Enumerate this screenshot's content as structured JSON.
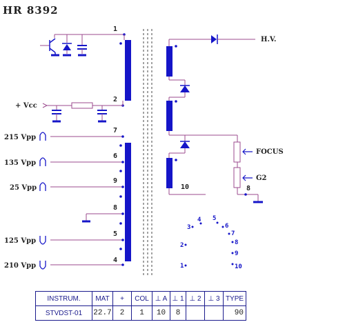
{
  "title": "HR 8392",
  "colors": {
    "wire": "#9b4a8e",
    "coil": "#1515c8",
    "dot": "#1515c8",
    "text": "#1a1a1a",
    "table_border": "#1a1a8c"
  },
  "primary_pins": {
    "top": "1",
    "bottom": "2"
  },
  "supply_label": "+ Vcc",
  "secondary_pins": [
    "7",
    "6",
    "9",
    "8",
    "5",
    "4"
  ],
  "pulse_labels": [
    "215  Vpp",
    "135  Vpp",
    "25  Vpp",
    "125  Vpp",
    "210  Vpp"
  ],
  "hv_label": "H.V.",
  "focus_label": "FOCUS",
  "g2_label": "G2",
  "right_pins": {
    "hv_bottom": "10",
    "focus_bottom": "8"
  },
  "pin_layout_numbers": [
    "1",
    "2",
    "3",
    "4",
    "5",
    "6",
    "7",
    "8",
    "9",
    "10"
  ],
  "table": {
    "headers": [
      "INSTRUM.",
      "MAT",
      "+",
      "COL",
      "⊥ A",
      "⊥ 1",
      "⊥ 2",
      "⊥ 3",
      "TYPE"
    ],
    "values": [
      "STVDST-01",
      "22.7",
      "2",
      "1",
      "10",
      "8",
      "",
      "",
      "90"
    ]
  }
}
